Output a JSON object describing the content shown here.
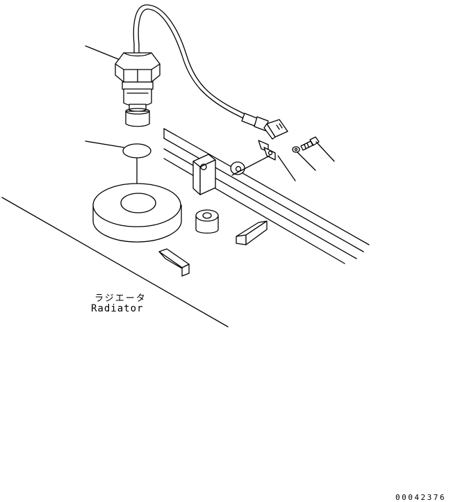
{
  "diagram": {
    "caption_jp": "ラジエータ",
    "caption_en": "Radiator",
    "drawing_number": "00042376",
    "line_color": "#000000",
    "background": "#ffffff"
  }
}
